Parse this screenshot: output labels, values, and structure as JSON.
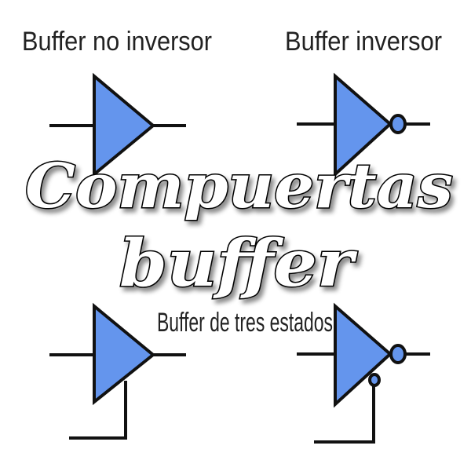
{
  "labels": {
    "buffer_no_inversor": "Buffer no inversor",
    "buffer_inversor": "Buffer inversor",
    "buffer_tres_estados": "Buffer de tres estados"
  },
  "title": {
    "line1": "Compuertas",
    "line2": "buffer"
  },
  "colors": {
    "gate_fill": "#6495ed",
    "stroke": "#111111",
    "title_fill": "#ffffff",
    "title_outline": "#000000"
  }
}
